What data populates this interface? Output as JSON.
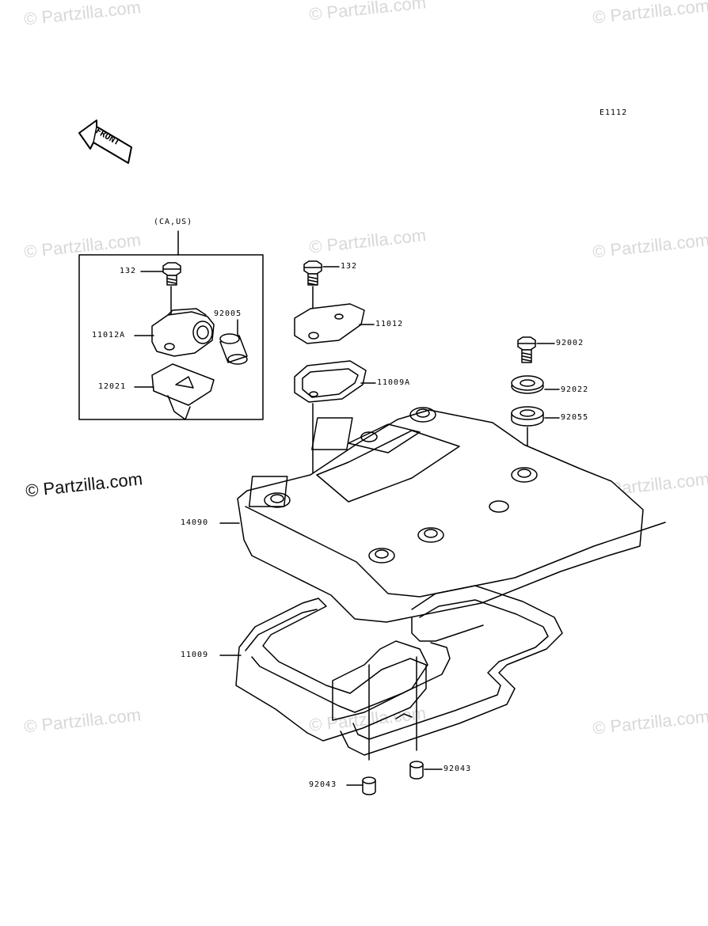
{
  "watermarks": {
    "text": "© Partzilla.com",
    "prominent": "© Partzilla.com"
  },
  "diagram": {
    "code": "E1112",
    "front_label": "FRONT",
    "region_label": "(CA,US)"
  },
  "parts": {
    "p132_inset": "132",
    "p11012A": "11012A",
    "p92005": "92005",
    "p12021": "12021",
    "p132": "132",
    "p11012": "11012",
    "p11009A": "11009A",
    "p92002": "92002",
    "p92022": "92022",
    "p92055": "92055",
    "p14090": "14090",
    "p11009": "11009",
    "p92043_left": "92043",
    "p92043_right": "92043"
  }
}
